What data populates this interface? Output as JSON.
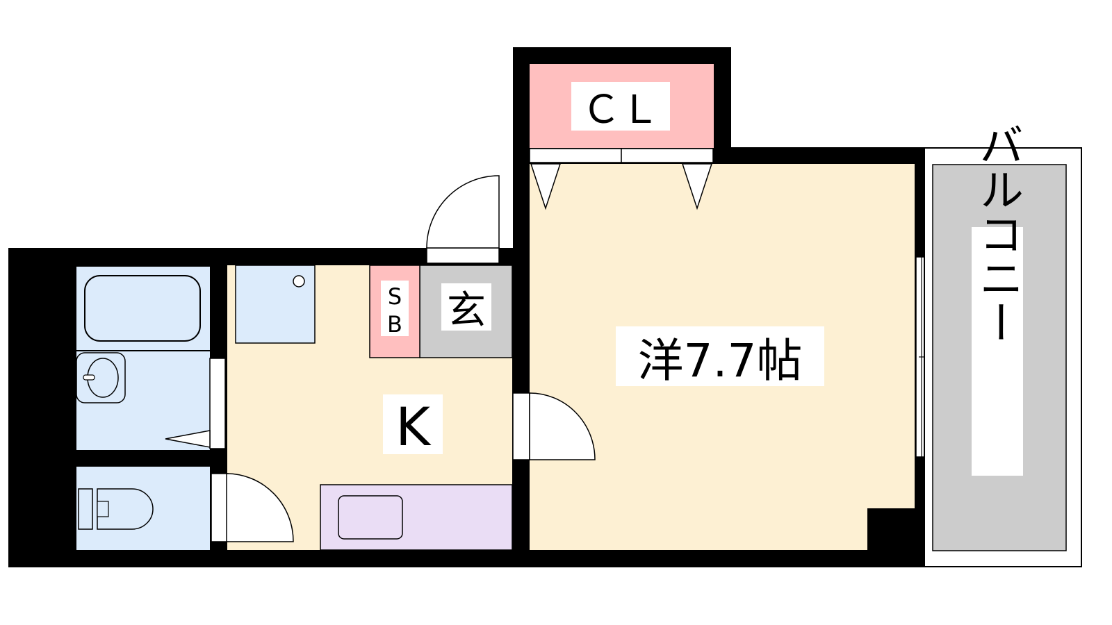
{
  "rooms": {
    "western": {
      "label": "洋7.7帖"
    },
    "kitchen": {
      "label": "K"
    },
    "entrance": {
      "label": "玄"
    },
    "shoe_box": {
      "label_top": "S",
      "label_bottom": "B"
    },
    "closet": {
      "label": "ＣＬ"
    },
    "balcony": {
      "label": "バルコニー"
    }
  },
  "colors": {
    "wall": "#000000",
    "floor": "#fdf0d3",
    "wet_area": "#dcebfb",
    "closet": "#ffbfbf",
    "entrance": "#cccccc",
    "balcony": "#cccccc",
    "kitchen_counter": "#eaddf5"
  }
}
